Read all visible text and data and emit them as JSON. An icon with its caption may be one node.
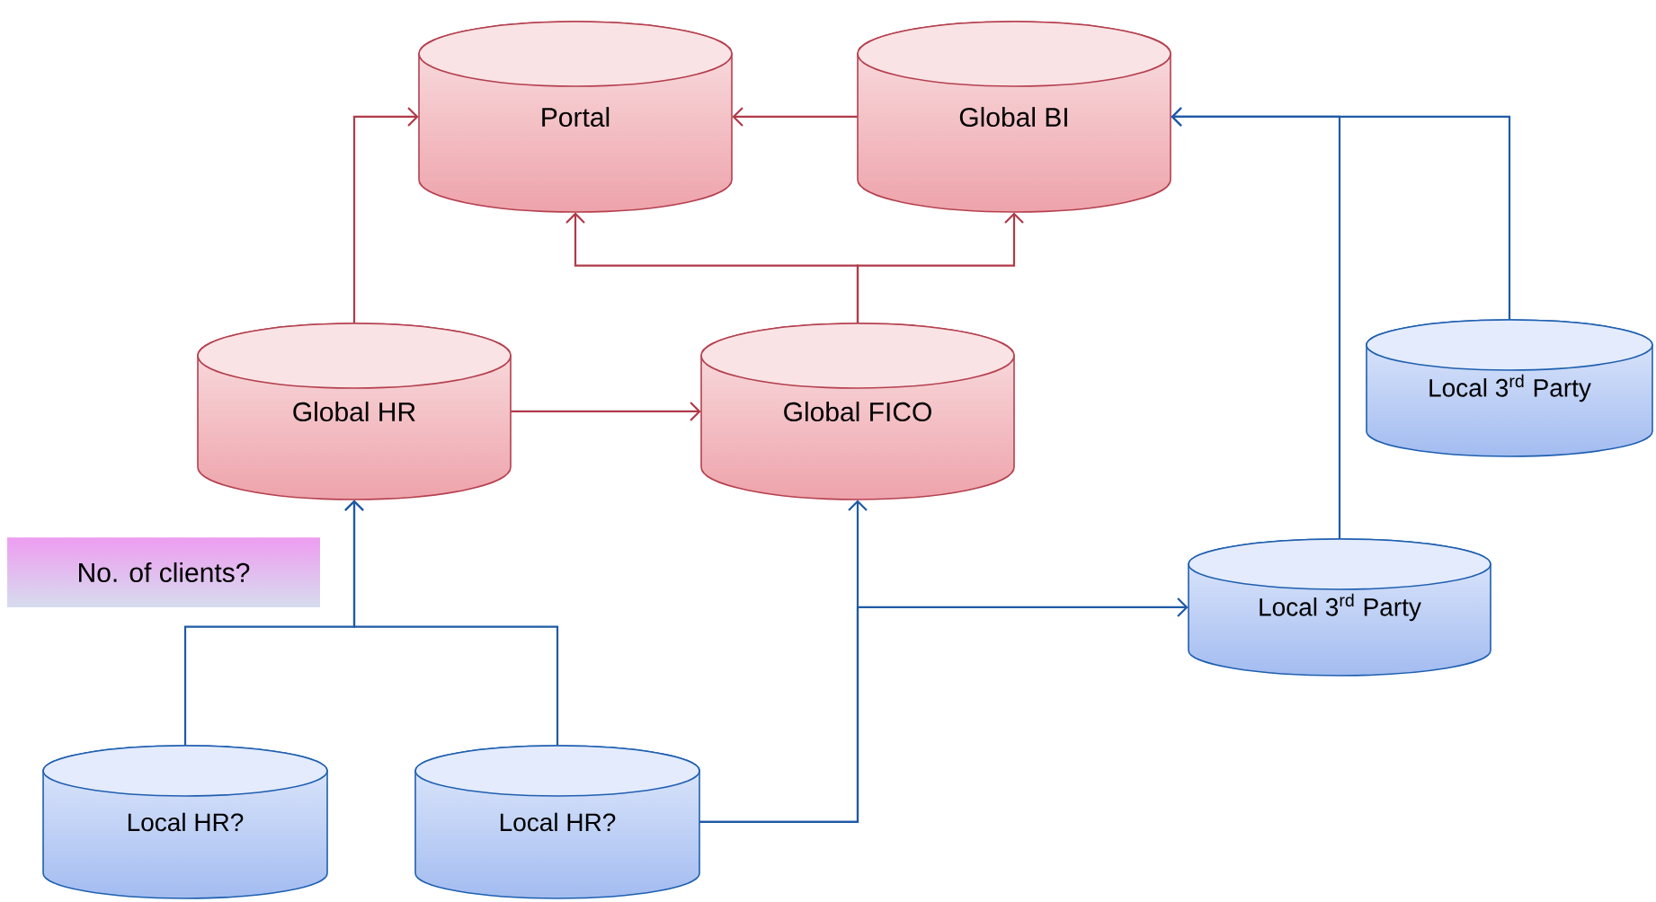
{
  "diagram": {
    "nodes": [
      {
        "text": [
          "Portal"
        ]
      },
      {
        "text": [
          "Global BI"
        ]
      },
      {
        "text": [
          "Global HR"
        ]
      },
      {
        "text": [
          "Global FICO"
        ]
      },
      {
        "text": [
          "Local 3$^{rd}$ Party"
        ]
      },
      {
        "text": [
          "Local 3$^{rd}$ Party"
        ]
      },
      {
        "text": [
          "Local HR?"
        ]
      },
      {
        "text": [
          "Local HR?"
        ]
      },
      {
        "text": [
          "No. of clients?"
        ]
      }
    ],
    "edges": [
      {
        "from": 1,
        "to": 0,
        "arrow": "to",
        "color": "#b03a48"
      },
      {
        "from": 2,
        "to": 0,
        "arrow": "to",
        "color": "#b03a48"
      },
      {
        "from": 2,
        "to": 3,
        "arrow": "to",
        "color": "#b03a48"
      },
      {
        "from": 3,
        "to": 0,
        "arrow": "to",
        "color": "#b03a48"
      },
      {
        "from": 3,
        "to": 1,
        "arrow": "to",
        "color": "#b03a48"
      },
      {
        "from": 6,
        "to": 2,
        "arrow": "to"
      },
      {
        "from": 7,
        "to": 2,
        "arrow": "to"
      },
      {
        "from": 7,
        "to": 3,
        "arrow": "to"
      },
      {
        "from": 7,
        "to": 5,
        "arrow": "to"
      },
      {
        "from": 5,
        "to": 1,
        "arrow": "to"
      },
      {
        "from": 4,
        "to": 1,
        "arrow": "to"
      }
    ]
  }
}
